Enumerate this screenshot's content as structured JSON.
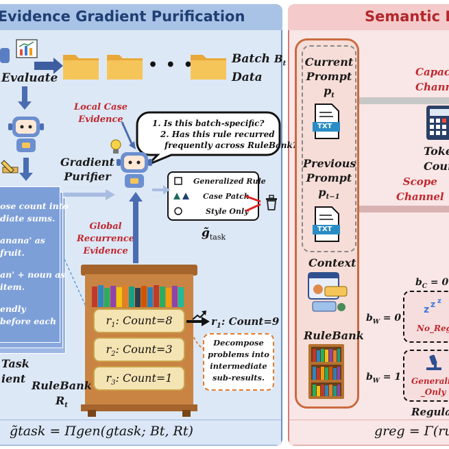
{
  "left_panel": {
    "title": "-Evidence Gradient Purification",
    "evaluate_label": "Evaluate",
    "batch_data": {
      "line1": "Batch",
      "line2": "Data",
      "symbol": "B",
      "subscript": "t"
    },
    "local_case_evidence": {
      "line1": "Local Case",
      "line2": "Evidence"
    },
    "speech_bubble": {
      "line1": "1. Is this batch-specific?",
      "line2": "2. Has this rule recurred",
      "line3": "frequently across RuleBank?"
    },
    "gradient_purifier": {
      "line1": "Gradient",
      "line2": "Purifier"
    },
    "classification": {
      "generalized": "Generalized Rule",
      "case_patch": "Case Patch",
      "style_only": "Style Only"
    },
    "g_task_tilde": "g̃",
    "g_task_sub": "task",
    "global_recurrence_evidence": {
      "line1": "Global",
      "line2": "Recurrence",
      "line3": "Evidence"
    },
    "task_card_lines": [
      "ose count into",
      "diate sums.",
      "anana' as",
      "fruit.",
      "an' + noun as",
      "item.",
      "endly",
      "before each"
    ],
    "task_gradient_label": {
      "line1": "Task",
      "line2": "ient"
    },
    "rulebank_rows": [
      {
        "r": "r",
        "sub": "1",
        "text": ": Count=8"
      },
      {
        "r": "r",
        "sub": "2",
        "text": ": Count=3"
      },
      {
        "r": "r",
        "sub": "3",
        "text": ": Count=1"
      }
    ],
    "rule_update": {
      "r": "r",
      "sub": "1",
      "text": ": Count=9"
    },
    "decompose_note": {
      "line1": "Decompose",
      "line2": "problems into",
      "line3": "intermediate",
      "line4": "sub-results."
    },
    "rulebank_label": {
      "line1": "RuleBank",
      "symbol": "R",
      "subscript": "t"
    },
    "formula": "g̃task = Πgen(gtask; Bt, Rt)",
    "dots": "• • •"
  },
  "right_panel": {
    "title": "Semantic E",
    "current_prompt": {
      "line1": "Current",
      "line2": "Prompt",
      "symbol": "p",
      "sub": "t"
    },
    "previous_prompt": {
      "line1": "Previous",
      "line2": "Prompt",
      "symbol": "p",
      "sub": "t−1"
    },
    "txt_label": "TXT",
    "context_label": "Context",
    "rulebank_label": "RuleBank",
    "capacity_channel": {
      "line1": "Capac",
      "line2": "Chann"
    },
    "token_count": {
      "line1": "Toke",
      "line2": "Coun"
    },
    "scope_channel": {
      "line1": "Scope",
      "line2": "Channel"
    },
    "bc_label": "b",
    "bc_sub": "C",
    "bc_value": " = 0",
    "bw0": {
      "b": "b",
      "sub": "W",
      "value": " = 0"
    },
    "bw1": {
      "b": "b",
      "sub": "W",
      "value": " = 1"
    },
    "no_reg": "No_Reg",
    "generaliz": {
      "line1": "Generaliz",
      "line2": "_Only"
    },
    "regula": "Regula",
    "formula": "greg = Γ(ru"
  },
  "colors": {
    "left_accent": "#1f3f73",
    "right_accent": "#b3262b",
    "evidence_red": "#c0272d",
    "card_blue": "#7d9fd8"
  }
}
